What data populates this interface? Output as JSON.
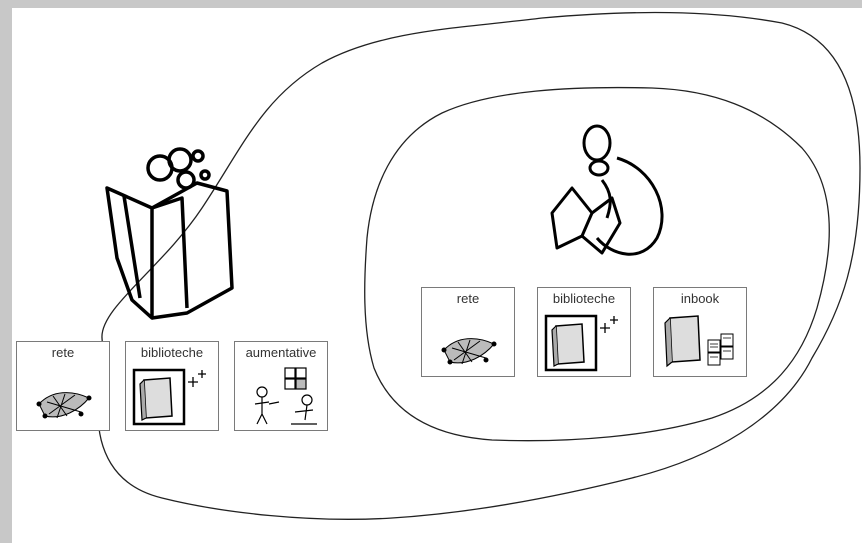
{
  "outer_group": {
    "cards": [
      {
        "label": "rete",
        "icon": "net-icon"
      },
      {
        "label": "biblioteche",
        "icon": "library-book-icon"
      },
      {
        "label": "aumentative",
        "icon": "augmentative-communication-icon"
      }
    ]
  },
  "inner_group": {
    "cards": [
      {
        "label": "rete",
        "icon": "net-icon"
      },
      {
        "label": "biblioteche",
        "icon": "library-book-icon"
      },
      {
        "label": "inbook",
        "icon": "inbook-icon"
      }
    ]
  },
  "symbols": {
    "outer": "open-book-reading-icon",
    "inner": "person-reading-icon"
  }
}
